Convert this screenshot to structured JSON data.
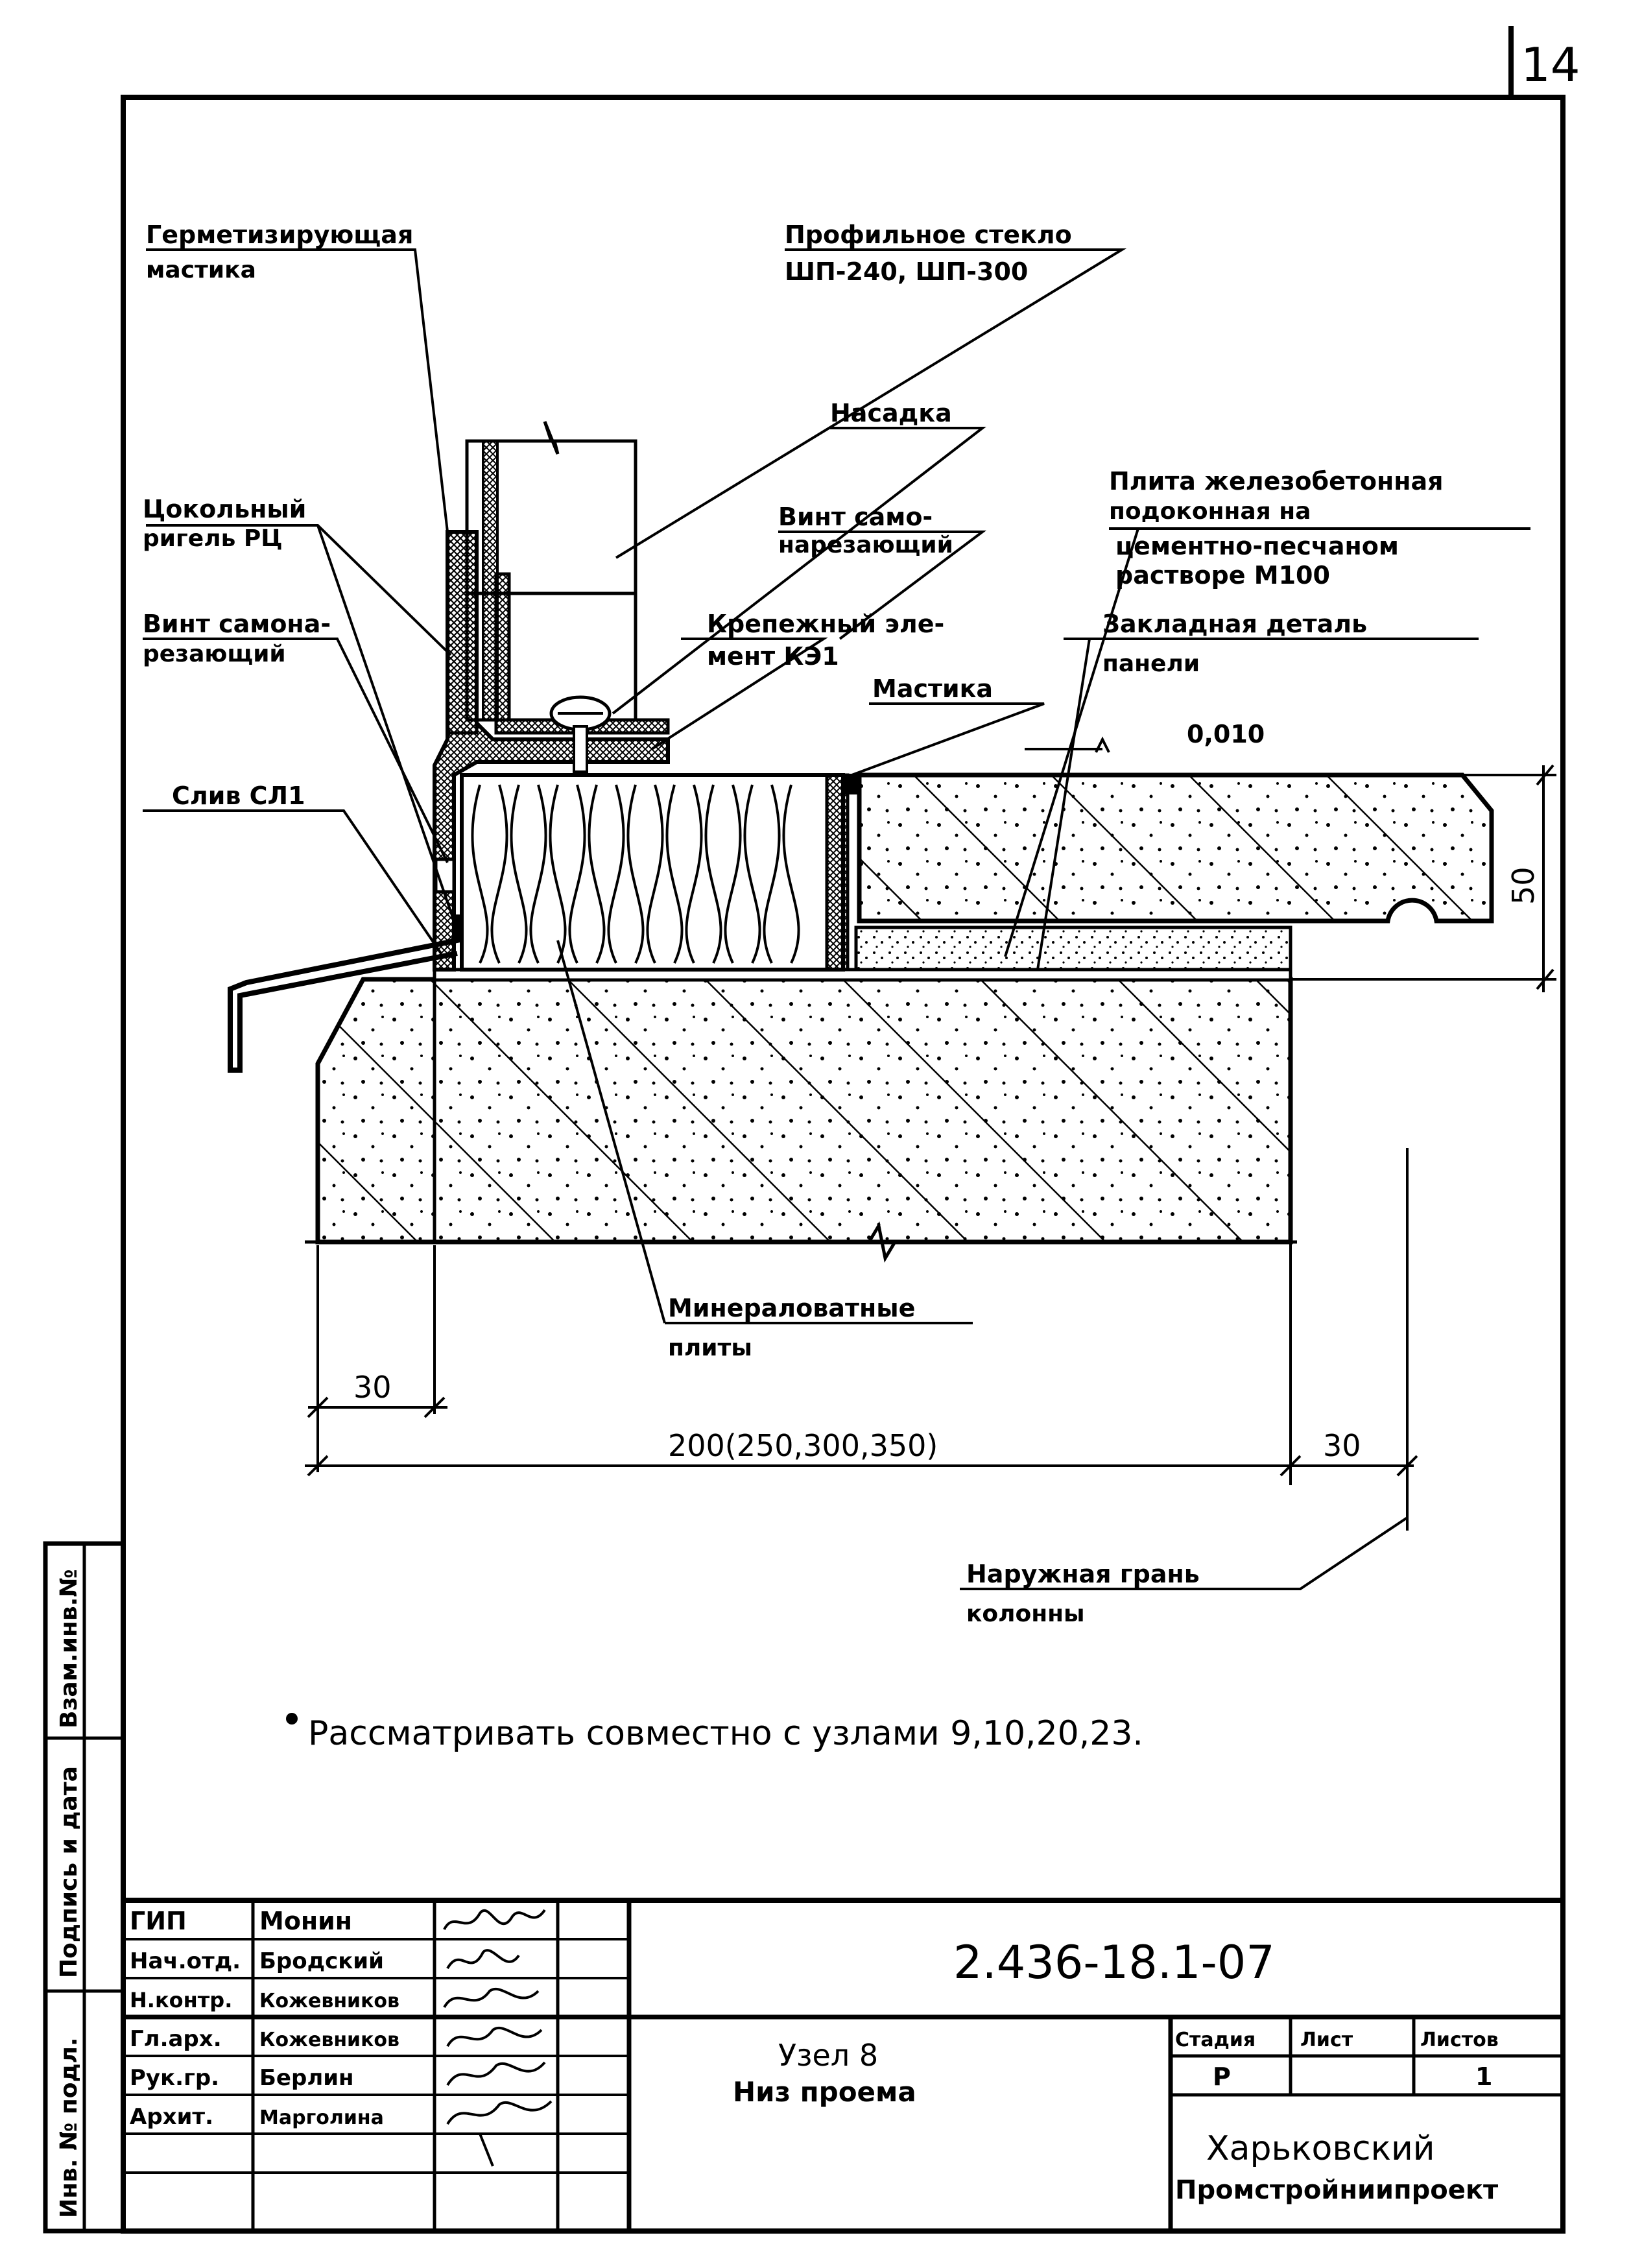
{
  "sheet_number": "14",
  "labels": {
    "sealant": [
      "Герметизирующая",
      "мастика"
    ],
    "profile_glass": [
      "Профильное стекло",
      "ШП-240, ШП-300"
    ],
    "nozzle": "Насадка",
    "plinth_beam": [
      "Цокольный",
      "ригель РЦ"
    ],
    "self_tapping_screw_top": [
      "Винт само-",
      "нарезающий"
    ],
    "concrete_slab": [
      "Плита железобетонная",
      "подоконная на",
      "цементно-песчаном",
      "растворе М100"
    ],
    "self_tapping_screw_left": [
      "Винт самона-",
      "резающий"
    ],
    "fastening_element": [
      "Крепежный эле-",
      "мент КЭ1"
    ],
    "embedded_part": [
      "Закладная деталь",
      "панели"
    ],
    "mastic": "Мастика",
    "level_mark": "0,010",
    "drip": "Слив СЛ1",
    "mineral_wool": [
      "Минераловатные",
      "плиты"
    ],
    "outer_face": [
      "Наружная грань",
      "колонны"
    ]
  },
  "dimensions": {
    "left_offset": "30",
    "width": "200(250,300,350)",
    "right_offset": "30",
    "slab_height": "50"
  },
  "note": "Рассматривать совместно с узлами 9,10,20,23.",
  "side_stamp": [
    "Инв. № подл.",
    "Подпись и дата",
    "Взам.инв.№"
  ],
  "title_block": {
    "roles": [
      "ГИП",
      "Нач.отд.",
      "Н.контр.",
      "Гл.арх.",
      "Рук.гр.",
      "Архит."
    ],
    "names": [
      "Монин",
      "Бродский",
      "Кожевников",
      "Кожевников",
      "Берлин",
      "Марголина"
    ],
    "code": "2.436-18.1-07",
    "title": [
      "Узел 8",
      "Низ проема"
    ],
    "col_headers": [
      "Стадия",
      "Лист",
      "Листов"
    ],
    "stage": "Р",
    "sheet": "",
    "sheets": "1",
    "organization": [
      "Харьковский",
      "Промстройниипроект"
    ]
  }
}
